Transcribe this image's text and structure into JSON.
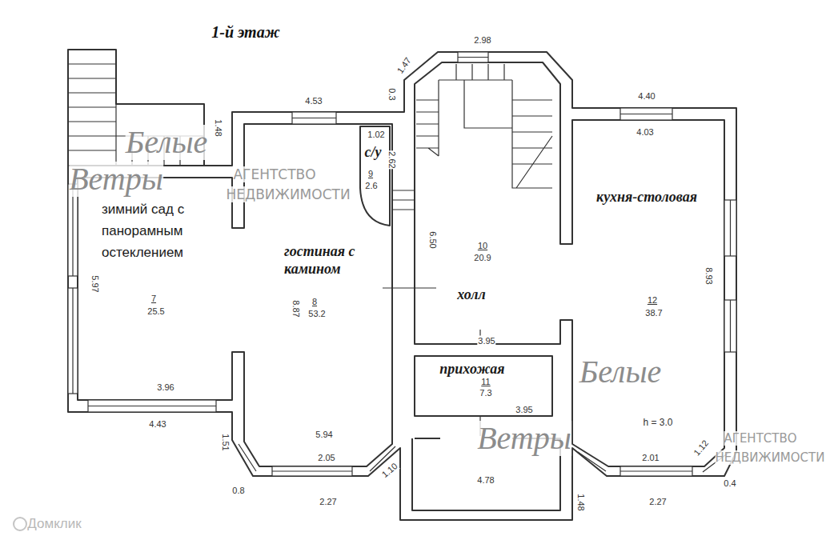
{
  "diagram": {
    "title": "1-й этаж",
    "nodes": [
      {
        "text": [
          "зимний сад с панорамным остеклением",
          "7",
          "25.5"
        ]
      },
      {
        "text": [
          "гостиная с камином",
          "8",
          "53.2"
        ]
      },
      {
        "text": [
          "с/у",
          "9",
          "2.6"
        ]
      },
      {
        "text": [
          "холл",
          "10",
          "20.9"
        ]
      },
      {
        "text": [
          "кухня-столовая",
          "12",
          "38.7"
        ]
      },
      {
        "text": [
          "прихожая",
          "11",
          "7.3"
        ]
      }
    ],
    "labels": [
      "4.53",
      "1.48",
      "0.3",
      "1.47",
      "2.98",
      "4.40",
      "4.03",
      "1.02",
      "2.62",
      "6.50",
      "5.97",
      "8.87",
      "8.93",
      "3.96",
      "4.43",
      "3.95",
      "3.95",
      "1.51",
      "5.94",
      "1.10",
      "2.05",
      "2.27",
      "0.8",
      "4.78",
      "1.48",
      "2.01",
      "1.12",
      "0.4",
      "2.27",
      "h = 3.0",
      "Белые",
      "Ветры",
      "АГЕНТСТВО",
      "НЕДВИЖИМОСТИ",
      "Белые",
      "Ветры",
      "АГЕНТСТВО",
      "НЕДВИЖИМОСТИ",
      "Домклик"
    ]
  }
}
